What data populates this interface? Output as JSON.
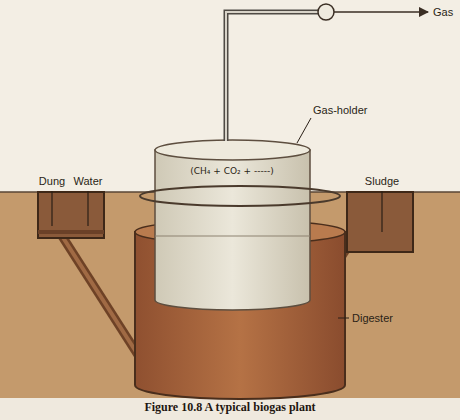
{
  "diagram": {
    "caption": "Figure 10.8 A typical biogas plant",
    "labels": [
      "Gas",
      "Gas-holder",
      "(CH₄ + CO₂ + -----)",
      "Dung",
      "Water",
      "Sludge",
      "Digester"
    ]
  }
}
